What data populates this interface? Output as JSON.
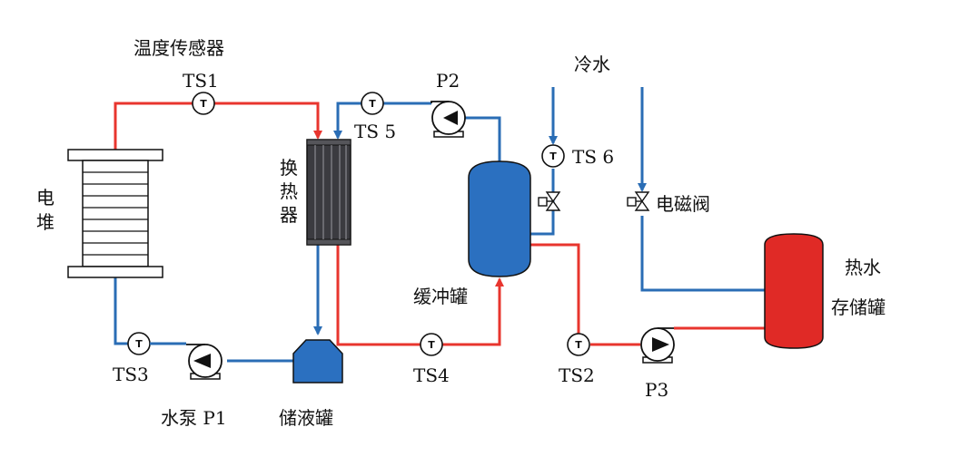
{
  "colors": {
    "hot_pipe": "#e8352e",
    "cold_pipe": "#2a6db5",
    "buffer_tank": "#2b70c0",
    "reservoir": "#2b70c0",
    "hot_storage": "#e02a26",
    "exchanger": "#3b3b40",
    "stack_plate": "#ffffff"
  },
  "labels": {
    "temp_sensor": "温度传感器",
    "ts1": "TS1",
    "ts2": "TS2",
    "ts3": "TS3",
    "ts4": "TS4",
    "ts5": "TS 5",
    "ts6": "TS 6",
    "sensor_symbol": "T",
    "p2": "P2",
    "p3": "P3",
    "pump_p1": "水泵 P1",
    "cold_water": "冷水",
    "solenoid_valve": "电磁阀",
    "stack_line1": "电",
    "stack_line2": "堆",
    "hx_line1": "换",
    "hx_line2": "热",
    "hx_line3": "器",
    "buffer_tank": "缓冲罐",
    "reservoir": "储液罐",
    "hot_storage_line1": "热水",
    "hot_storage_line2": "存储罐"
  }
}
